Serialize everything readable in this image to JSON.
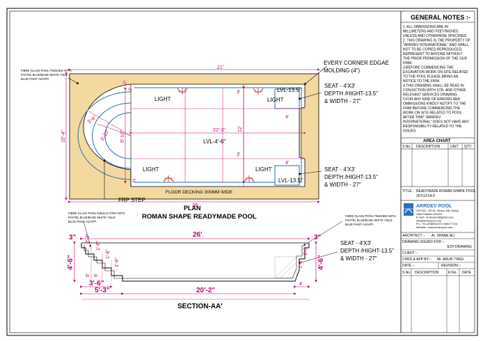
{
  "plan": {
    "title": "PLAN",
    "subtitle": "ROMAN SHAPE READYMADE POOL",
    "dims": {
      "top_width": "21'",
      "inner_width": "22'-3\"",
      "bottom_width": "26'",
      "right_depth": "12'",
      "left_depth": "15'-4\"",
      "center_depth": "6'-10\"",
      "r1": "3'-10\"",
      "r2": "3'-6\"",
      "small_2": "2'",
      "small_3": "3'",
      "small_3b": "3'",
      "small_4a": "4'",
      "small_4b": "4'",
      "small_3c": "3'",
      "small_3d": "3'"
    },
    "notes": {
      "edge": "EVERY CORNER EDGAE MOLDING (4\")",
      "finish": "FIBRE GLASS POOL FINISHED WITH PASTEL BLUE/BASE WHITE / NILE BLUE PAINT AS/APP.",
      "step": "FRP STEP",
      "deck": "FLOOR DECKING 300MM WIDE",
      "lvl_center": "LVL-4'-6\"",
      "lvl_top": "LVL-13.5\"",
      "lvl_bot": "LVL-13.5\"",
      "seat_top": [
        "SEAT - 4'X3'",
        "DEPTH /HIGHT-13.5\"",
        "& WIDTH - 27\""
      ],
      "seat_bot": [
        "SEAT - 4'X3'",
        "DEPTH /HIGHT-13.5\"",
        "& WIDTH - 27\""
      ],
      "light": "LIGHT"
    }
  },
  "section": {
    "title": "SECTION-AA'",
    "notes": {
      "step": "FIBRE GLASS POOL INBUILD STEP WITH PASTEL BLUE/BASE WHITE / NILE BLUE PAINT AS/APP.",
      "finish": "FIBRE GLASS POOL FINISHED WITH PASTEL BLUE/BASE WHITE / NILE BLUE PAINT AS/APP.",
      "seat": [
        "SEAT - 4'X3'",
        "DEPTH /HIGHT-13.5\"",
        "& WIDTH - 27\""
      ]
    },
    "dims": {
      "total": "26'",
      "inner": "20'-2\"",
      "left_top": "3\"",
      "right_top": "3\"",
      "left_depth": "4'-6\"",
      "right_depth": "4'-6\"",
      "step1": "3'-6\"",
      "step2": "5'-3\"",
      "d1": "2'-3\"",
      "d2": "1'-6\"",
      "d3": "1'-6\"",
      "d4": "1'-6\"",
      "d5": "2'-3\"",
      "d6": "1'-6\"",
      "d7": "4'",
      "d8": "6'",
      "d9": "6'"
    }
  },
  "title_block": {
    "general_notes_title": "GENERAL NOTES :-",
    "notes": [
      "1. ALL DIMENSIONS ARE IN",
      "MILLIMETERS AND FEET/INCHES",
      "UNLESS AND OTHERWISE SPECIFIED.",
      "2. THIS DRAWING IS THE PROPERTY OF",
      "\"ARRDEV  INTERNATIONAL\" AND SHALL",
      "NOT TO BE COPIED,REPRODUCED,",
      "REPRESENT TO ANYONE WITHOUT",
      "THE PRIOR PERMISSION  OF THE OUR",
      "FIRM.",
      "3.BEFORE COMMENCING THE",
      "EXCAVATION WORK ON SITE RELATED",
      "TO THE POOL PLEASE BRING AN",
      "NOTICE TO THE FIRM.",
      "4.THIS DRAWING SHALL BE READ IN",
      "CONJUCTION WITH STR. AND OTHER",
      "RELEVANT SERVICES DRAWING.",
      "5.FOR ANY KIND OF ERRORS AND",
      "OMMISSIONS KINDLY NOTIFY TO THE",
      "FIRM BEFORE COMMENCING THE",
      "WORK ON SITE RELATED TO POOL",
      "AFTER THAT \"ARRDEV",
      "INTERNATIONAL\" DOES NOT HAVE ANY",
      "RESPONSIBILITY RELATED TO THE",
      "ISSUES."
    ],
    "area_chart_title": "AREA CHART",
    "area_headers": [
      "S.No.",
      "DESCRIPTION",
      "UNIT",
      "QTY."
    ],
    "title_label": "TITLE :",
    "title_value": "READYMADE ROMAN SHAPE POOL 26'X12'X4.5'",
    "company": "ARRDEV POOL",
    "company_lines": [
      "OFFICE:- SP-51, Sector-138, Noida,",
      "Uttar Pradesh-201304",
      "E-mail:- arrdevpool@gmail.com,",
      "info@arrdevpool.com",
      "Ph:- +91-8766941970, 9350777211",
      "Website:- www.arrdevpool.com"
    ],
    "architect_label": "ARCHITECT :-",
    "architect_value": "Ar. SHANE ALI",
    "issued_label": "DRAWING ISSUED FOR :-",
    "issued_value": "SCH DRAWING",
    "client_label": "CLIENT :-",
    "chkd_label": "CHKD & APP BY :-",
    "chkd_value": "Mr. ARUN TYAGI",
    "date_label": "DATE :-",
    "revision_label": "REVISION :-",
    "rev_headers": [
      "S No.",
      "DESCRIPTION",
      "R.No.",
      "DATE"
    ]
  },
  "colors": {
    "hatch": "#f3d9a0",
    "dimension": "#c0006a",
    "pool_line": "#1f6fb0",
    "light": "#cc2222",
    "logo": "#2a6fc0"
  }
}
